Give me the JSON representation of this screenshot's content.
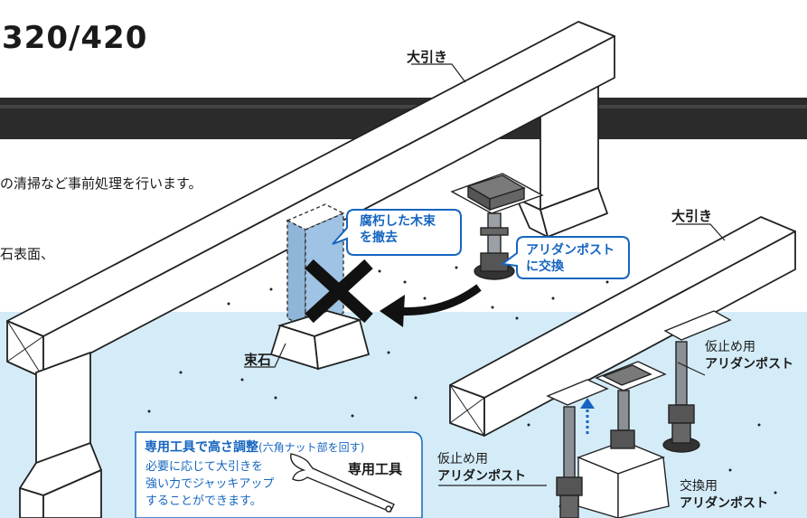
{
  "title": "320/420",
  "body_lines": [
    "の清掃など事前処理を行います。",
    "石表面、"
  ],
  "labels": {
    "beam_left": "大引き",
    "beam_right": "大引き",
    "foundation_stone": "束石",
    "temp_post_right": [
      "仮止め用",
      "アリダンポスト"
    ],
    "temp_post_left": [
      "仮止め用",
      "アリダンポスト"
    ],
    "replace_post": [
      "交換用",
      "アリダンポスト"
    ],
    "tool": "専用工具"
  },
  "callouts": {
    "rotten": [
      "腐朽した木束",
      "を撤去"
    ],
    "replace": [
      "アリダンポスト",
      "に交換"
    ]
  },
  "tip": {
    "heading": "専用工具で高さ調整",
    "heading_note": "(六角ナット部を回す)",
    "lines": [
      "必要に応じて大引きを",
      "強い力でジャッキアップ",
      "することができます。"
    ]
  },
  "colors": {
    "band": "#2b2b2b",
    "floor": "#d4ecf8",
    "accent": "#1565c0",
    "beam": "#ffffff",
    "post": "#9aa0a6"
  }
}
